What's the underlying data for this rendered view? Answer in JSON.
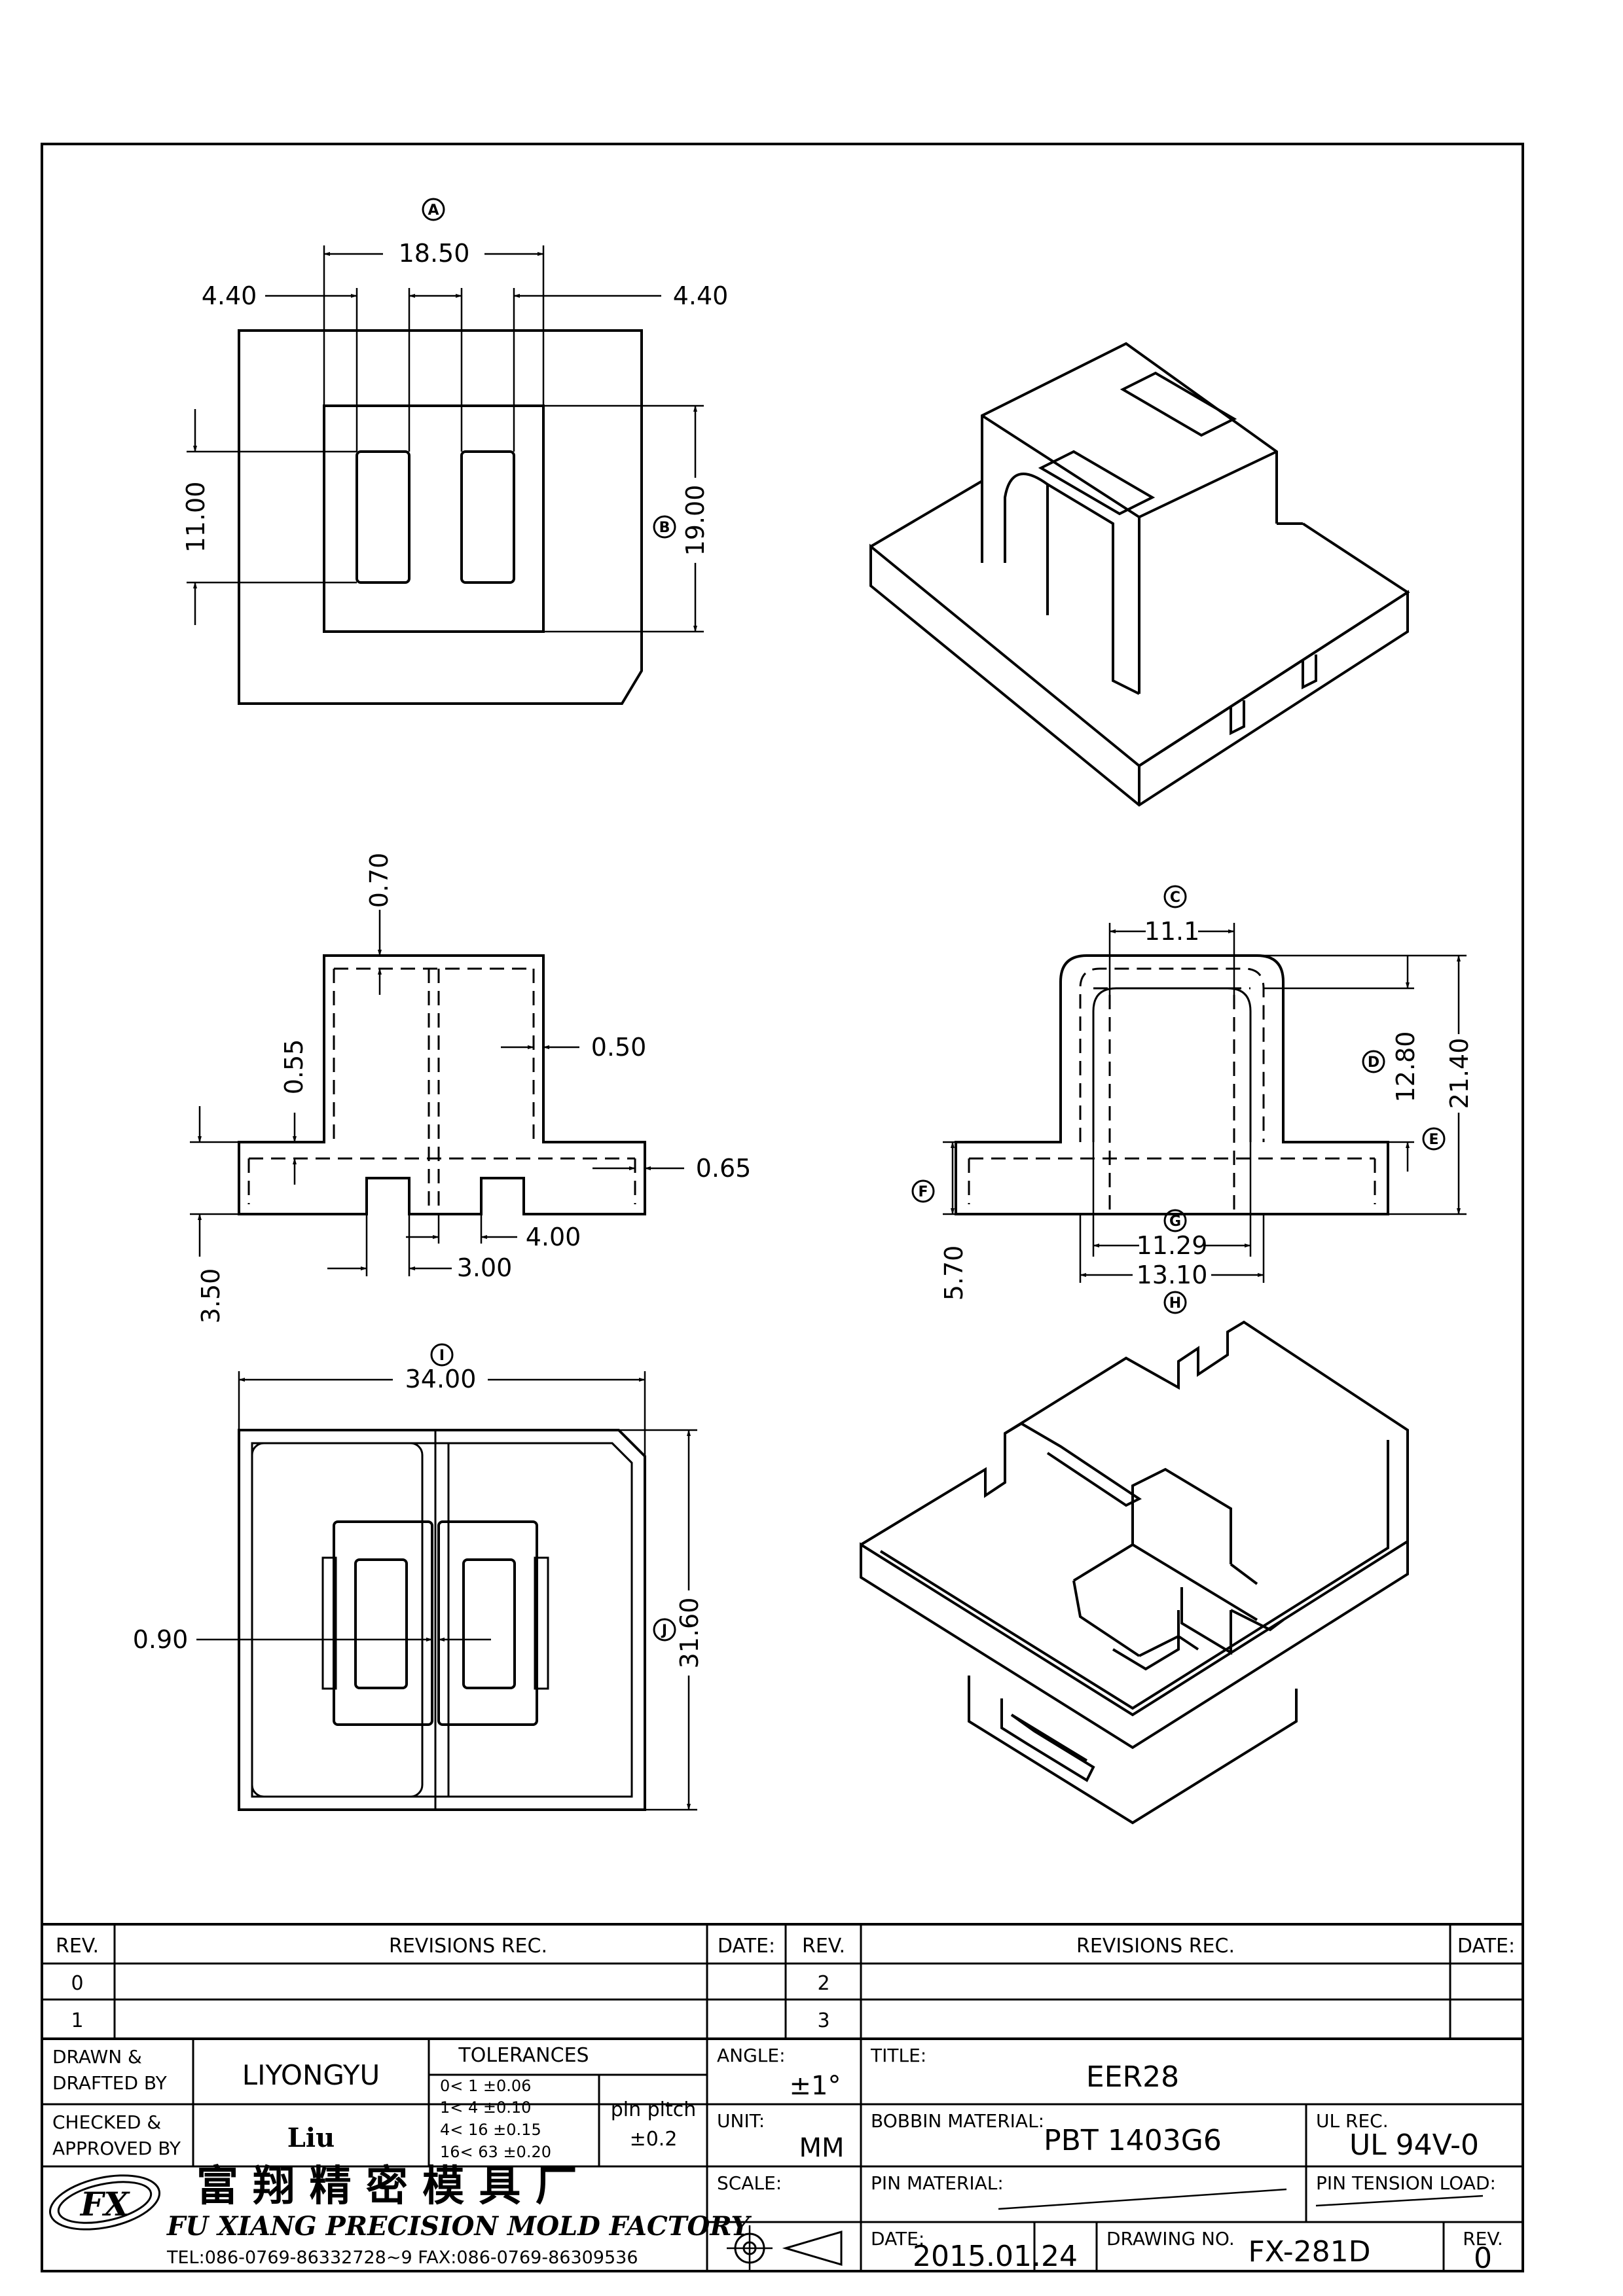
{
  "dimensions": {
    "top_width": "18.50",
    "top_left_wall": "4.40",
    "top_right_wall": "4.40",
    "top_window_height": "11.00",
    "top_depth": "19.00",
    "side_top_wall": "0.70",
    "side_inner_wall": "0.55",
    "side_rib": "0.50",
    "side_flange": "0.65",
    "side_base": "3.50",
    "side_slot": "3.00",
    "side_slot2": "4.00",
    "front_top": "11.1",
    "front_inner_height": "12.80",
    "front_total_height": "21.40",
    "front_flange": "5.70",
    "front_inner_width": "11.29",
    "front_outer_width": "13.10",
    "bottom_width": "34.00",
    "bottom_depth": "31.60",
    "bottom_gap": "0.90"
  },
  "callouts": {
    "a": "A",
    "b": "B",
    "c": "C",
    "d": "D",
    "e": "E",
    "f": "F",
    "g": "G",
    "h": "H",
    "i": "I",
    "j": "J"
  },
  "title_block": {
    "rev_header": "REV.",
    "revisions_header": "REVISIONS  REC.",
    "date_header": "DATE:",
    "rev_rows_left": [
      "0",
      "1"
    ],
    "rev_rows_right": [
      "2",
      "3"
    ],
    "drawn_label_1": "DRAWN &",
    "drawn_label_2": "DRAFTED BY",
    "drawn_name": "LIYONGYU",
    "checked_label_1": "CHECKED &",
    "checked_label_2": "APPROVED BY",
    "checked_name": "Liu",
    "tolerances_title": "TOLERANCES",
    "tolerances": [
      "0<   1   ±0.06",
      "1<   4   ±0.10",
      "4<  16  ±0.15",
      "16<  63  ±0.20"
    ],
    "pin_pitch_label": "pin pitch",
    "pin_pitch_value": "±0.2",
    "angle_label": "ANGLE:",
    "angle_value": "±1°",
    "unit_label": "UNIT:",
    "unit_value": "MM",
    "scale_label": "SCALE:",
    "title_label": "TITLE:",
    "title_value": "EER28",
    "material_label": "BOBBIN MATERIAL:",
    "material_value": "PBT 1403G6",
    "ul_label": "UL REC.",
    "ul_value": "UL 94V-0",
    "pin_material_label": "PIN MATERIAL:",
    "pin_tension_label": "PIN TENSION LOAD:",
    "date_label": "DATE:",
    "date_value": "2015.01.24",
    "drawing_no_label": "DRAWING NO.",
    "drawing_no_value": "FX-281D",
    "rev_label": "REV.",
    "rev_value": "0",
    "company_cn": "富 翔 精 密 模 具 厂",
    "company_en": "FU XIANG PRECISION MOLD FACTORY",
    "contact": "TEL:086-0769-86332728~9  FAX:086-0769-86309536",
    "logo_text": "FX"
  }
}
